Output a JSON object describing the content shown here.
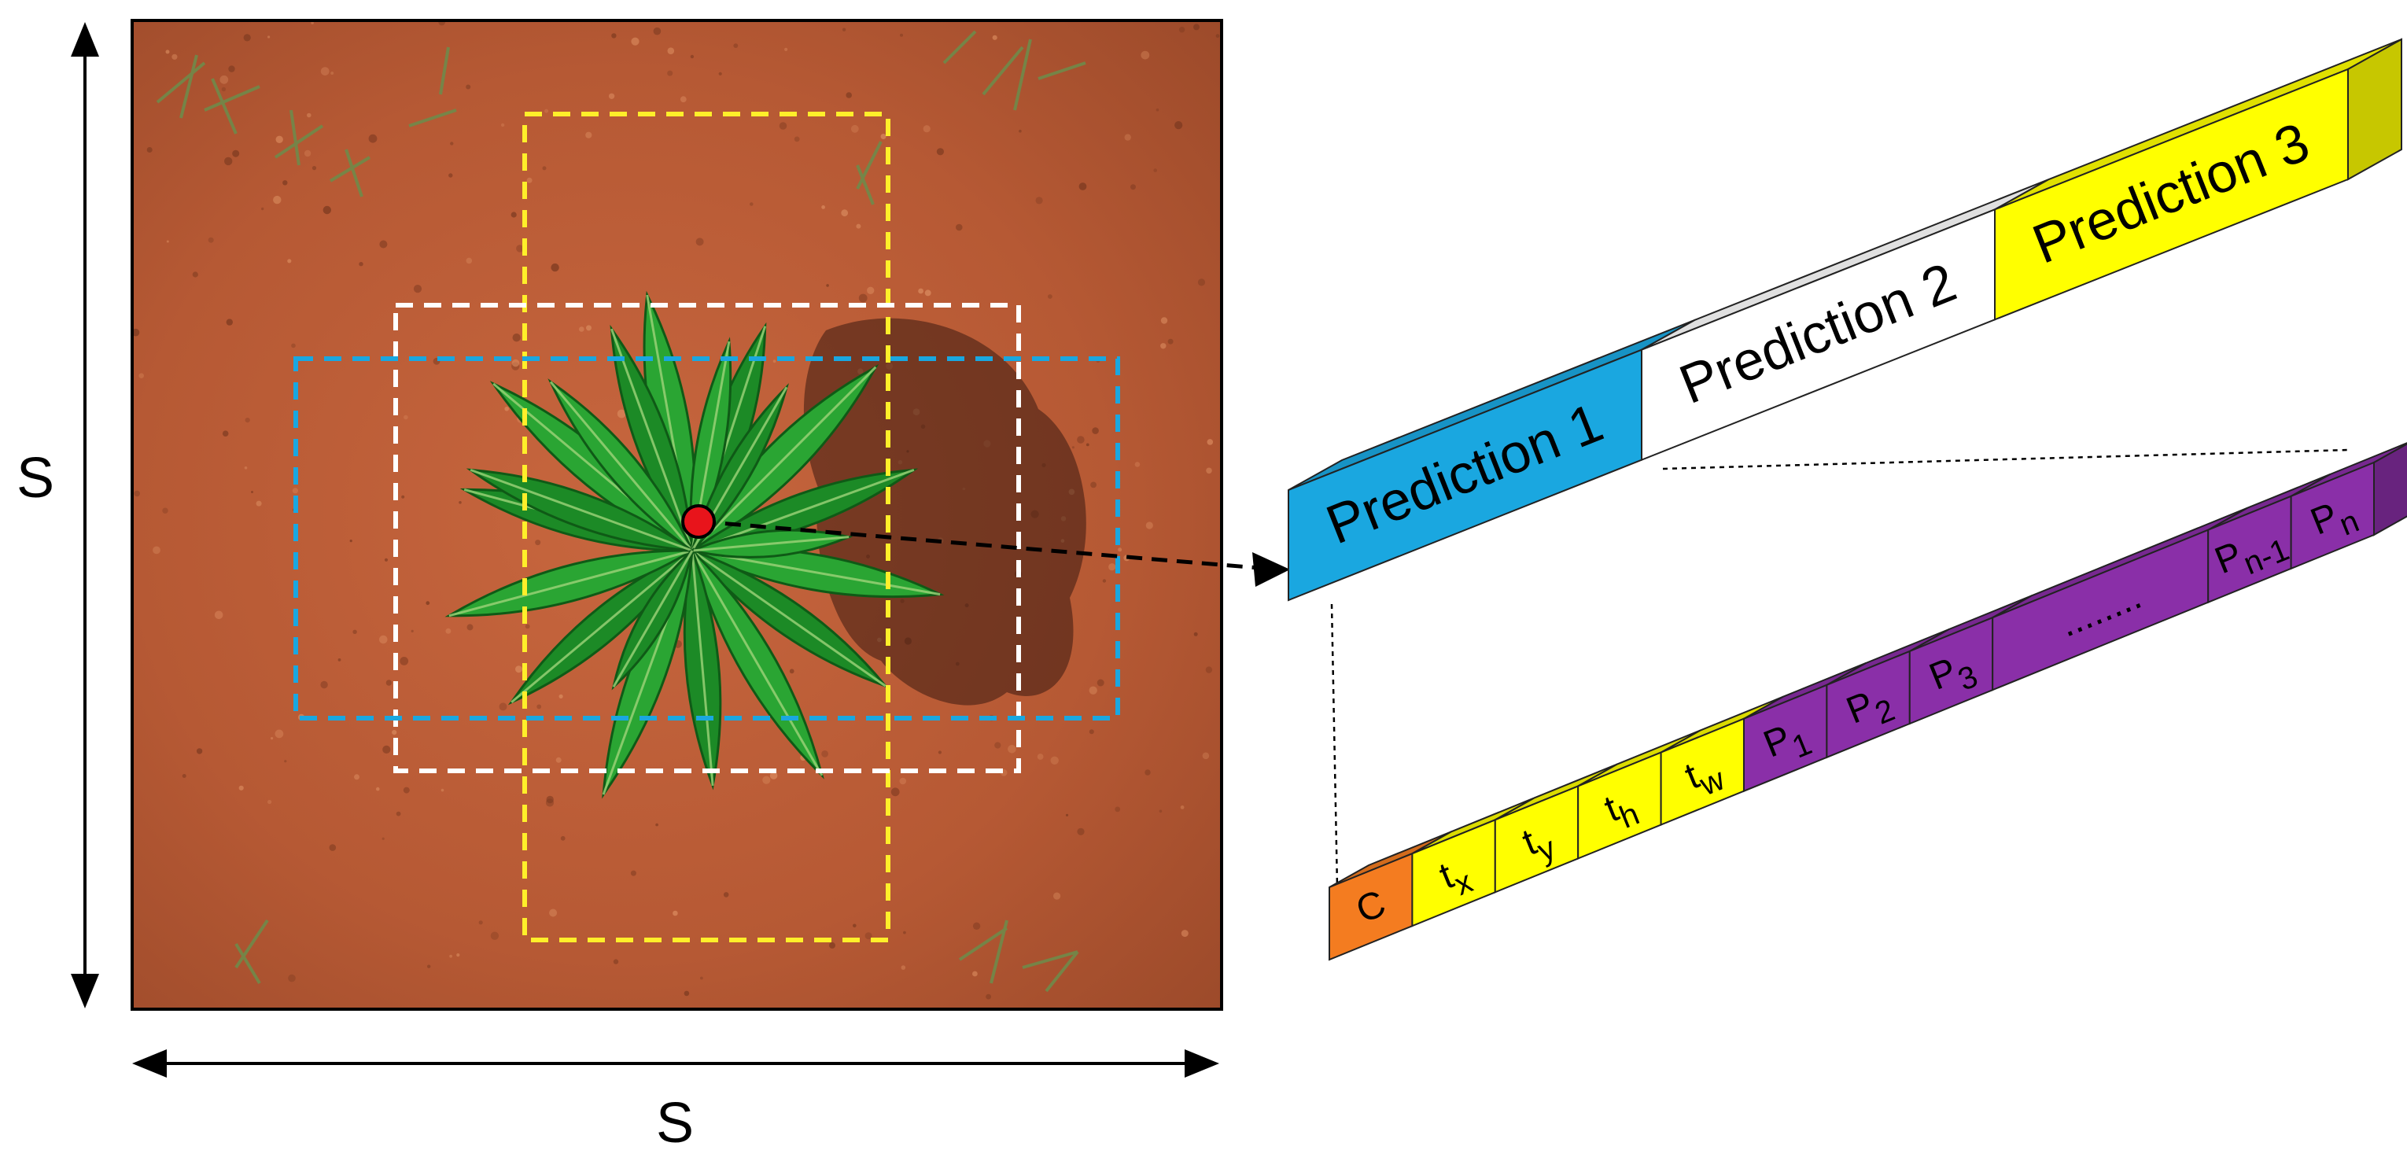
{
  "dimension_labels": {
    "vertical": "S",
    "horizontal": "S"
  },
  "predictions": [
    {
      "label": "Prediction 1",
      "color": "#1aa7e0"
    },
    {
      "label": "Prediction 2",
      "color": "#ffffff"
    },
    {
      "label": "Prediction 3",
      "color": "#ffff00"
    }
  ],
  "vector_cells": [
    {
      "main": "C",
      "sub": "",
      "color": "#f47c20"
    },
    {
      "main": "t",
      "sub": "x",
      "color": "#ffff00"
    },
    {
      "main": "t",
      "sub": "y",
      "color": "#ffff00"
    },
    {
      "main": "t",
      "sub": "h",
      "color": "#ffff00"
    },
    {
      "main": "t",
      "sub": "w",
      "color": "#ffff00"
    },
    {
      "main": "P",
      "sub": "1",
      "color": "#8a2fa8"
    },
    {
      "main": "P",
      "sub": "2",
      "color": "#8a2fa8"
    },
    {
      "main": "P",
      "sub": "3",
      "color": "#8a2fa8"
    },
    {
      "main": "........",
      "sub": "",
      "color": "#8a2fa8"
    },
    {
      "main": "P",
      "sub": "n-1",
      "color": "#8a2fa8"
    },
    {
      "main": "P",
      "sub": "n",
      "color": "#8a2fa8"
    }
  ],
  "anchor_boxes": [
    {
      "name": "yellow-anchor-box",
      "color": "#ffef2a"
    },
    {
      "name": "white-anchor-box",
      "color": "#ffffff"
    },
    {
      "name": "blue-anchor-box",
      "color": "#1aa7e0"
    }
  ],
  "colors": {
    "soil": "#b85a36",
    "leaf": "#1f8f2a",
    "center_point": "#e8141b"
  }
}
